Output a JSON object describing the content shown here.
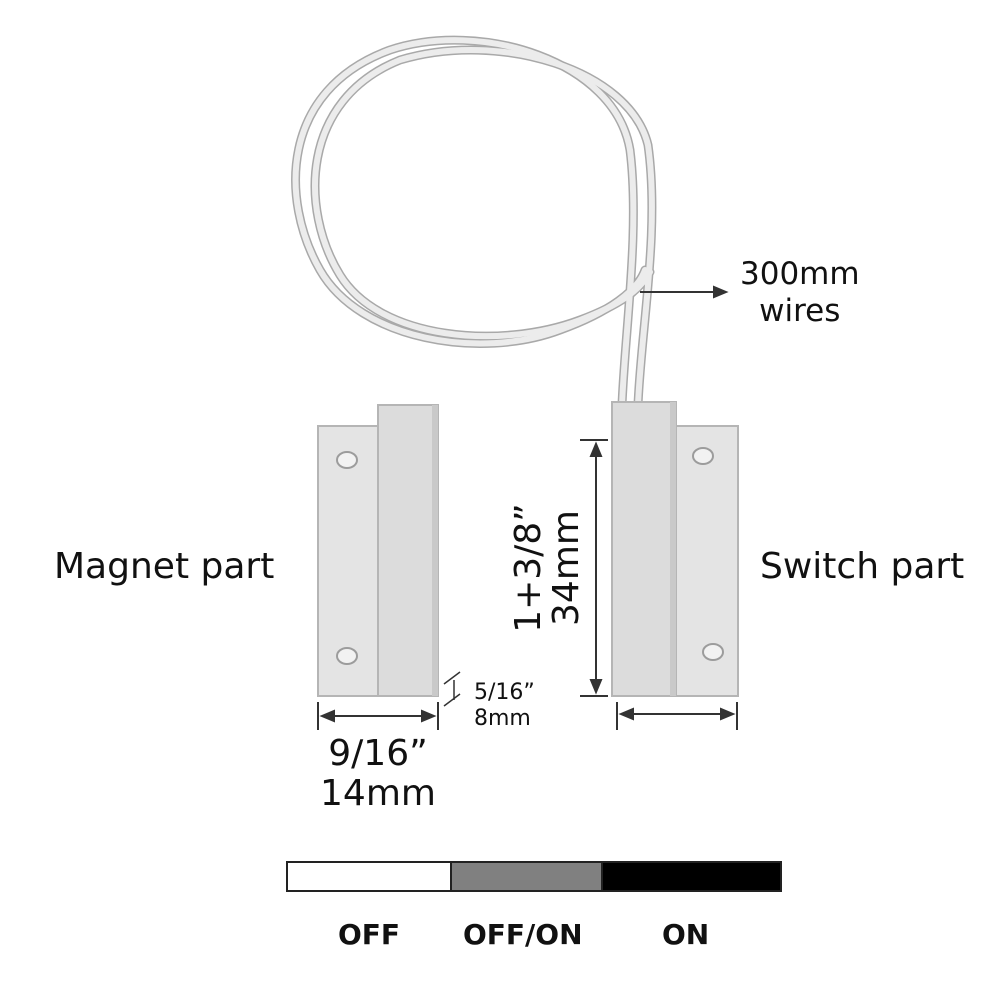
{
  "labels": {
    "magnet_part": "Magnet part",
    "switch_part": "Switch part",
    "wire_length": "300mm",
    "wire_word": "wires",
    "height_in": "1+3/8”",
    "height_mm": "34mm",
    "width_in": "9/16”",
    "width_mm": "14mm",
    "depth_in": "5/16”",
    "depth_mm": "8mm"
  },
  "legend": [
    {
      "label": "OFF",
      "color": "#ffffff"
    },
    {
      "label": "OFF/ON",
      "color": "#808080"
    },
    {
      "label": "ON",
      "color": "#000000"
    }
  ],
  "colors": {
    "housing": "#e4e4e4",
    "housing_shadow": "#c9c9c9",
    "wire": "#ececec",
    "wire_edge": "#a9a9a9"
  }
}
